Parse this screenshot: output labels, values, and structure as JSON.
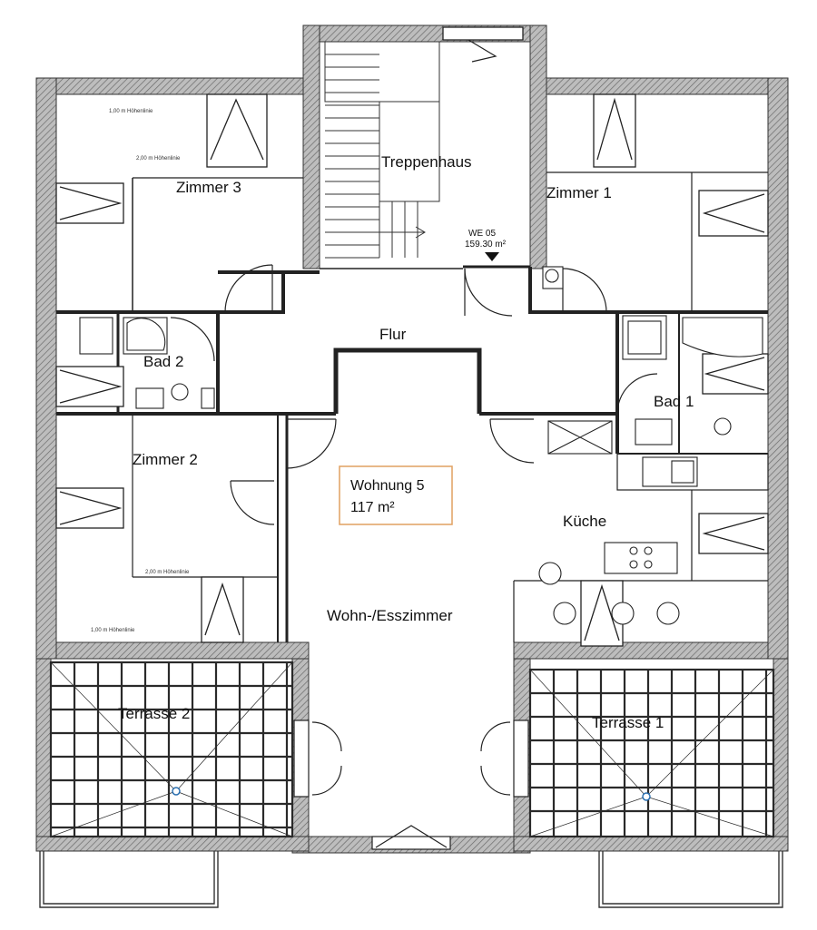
{
  "rooms": {
    "stair": "Treppenhaus",
    "room3": "Zimmer 3",
    "room1": "Zimmer 1",
    "hall": "Flur",
    "bath2": "Bad 2",
    "bath1": "Bad 1",
    "room2": "Zimmer 2",
    "kitchen": "Küche",
    "living": "Wohn-/Esszimmer",
    "terrace2": "Terrasse 2",
    "terrace1": "Terrasse 1"
  },
  "unit_box": {
    "name": "Wohnung 5",
    "area": "117 m²"
  },
  "stair_tag": {
    "code": "WE 05",
    "area": "159.30 m²"
  },
  "height_lines": {
    "h100": "1,00 m Höhenlinie",
    "h200": "2,00 m Höhenlinie"
  },
  "colors": {
    "wall": "#9a9a9a",
    "line": "#222222",
    "tile": "#2a2a2a",
    "unit_border": "#e0a060"
  }
}
